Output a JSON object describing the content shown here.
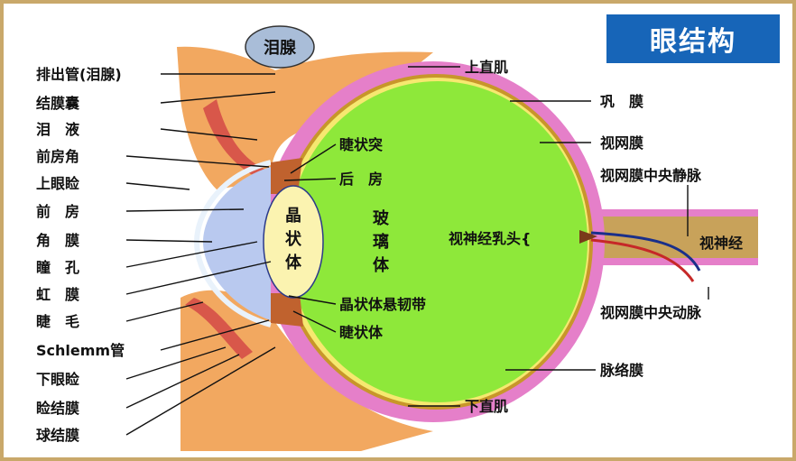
{
  "title": "眼结构",
  "gland_label": "泪腺",
  "left_labels": [
    "排出管(泪腺)",
    "结膜囊",
    "泪　液",
    "前房角",
    "上眼睑",
    "前　房",
    "角　膜",
    "瞳　孔",
    "虹　膜",
    "睫　毛",
    "Schlemm管",
    "下眼睑",
    "睑结膜",
    "球结膜"
  ],
  "inner_labels": {
    "lens": [
      "晶",
      "状",
      "体"
    ],
    "vitreous": [
      "玻",
      "璃",
      "体"
    ],
    "ciliary_process": "睫状突",
    "posterior_chamber": "后　房",
    "zonule": "晶状体悬韧带",
    "ciliary_body": "睫状体",
    "optic_papilla": "视神经乳头{"
  },
  "right_labels": {
    "superior_rectus": "上直肌",
    "sclera": "巩　膜",
    "retina": "视网膜",
    "central_vein": "视网膜中央静脉",
    "optic_nerve": "视神经",
    "central_artery": "视网膜中央动脉",
    "choroid": "脉络膜",
    "inferior_rectus": "下直肌"
  },
  "colors": {
    "title_bg": "#1765b8",
    "vitreous": "#8ee83a",
    "sclera": "#e57fc9",
    "lens": "#fbf3b0",
    "cornea_region": "#b9c9ef",
    "lid_tissue": "#f2a860",
    "optic_nerve": "#c8a25a",
    "gland": "#a9bdd8",
    "frame": "#c9a86a"
  }
}
